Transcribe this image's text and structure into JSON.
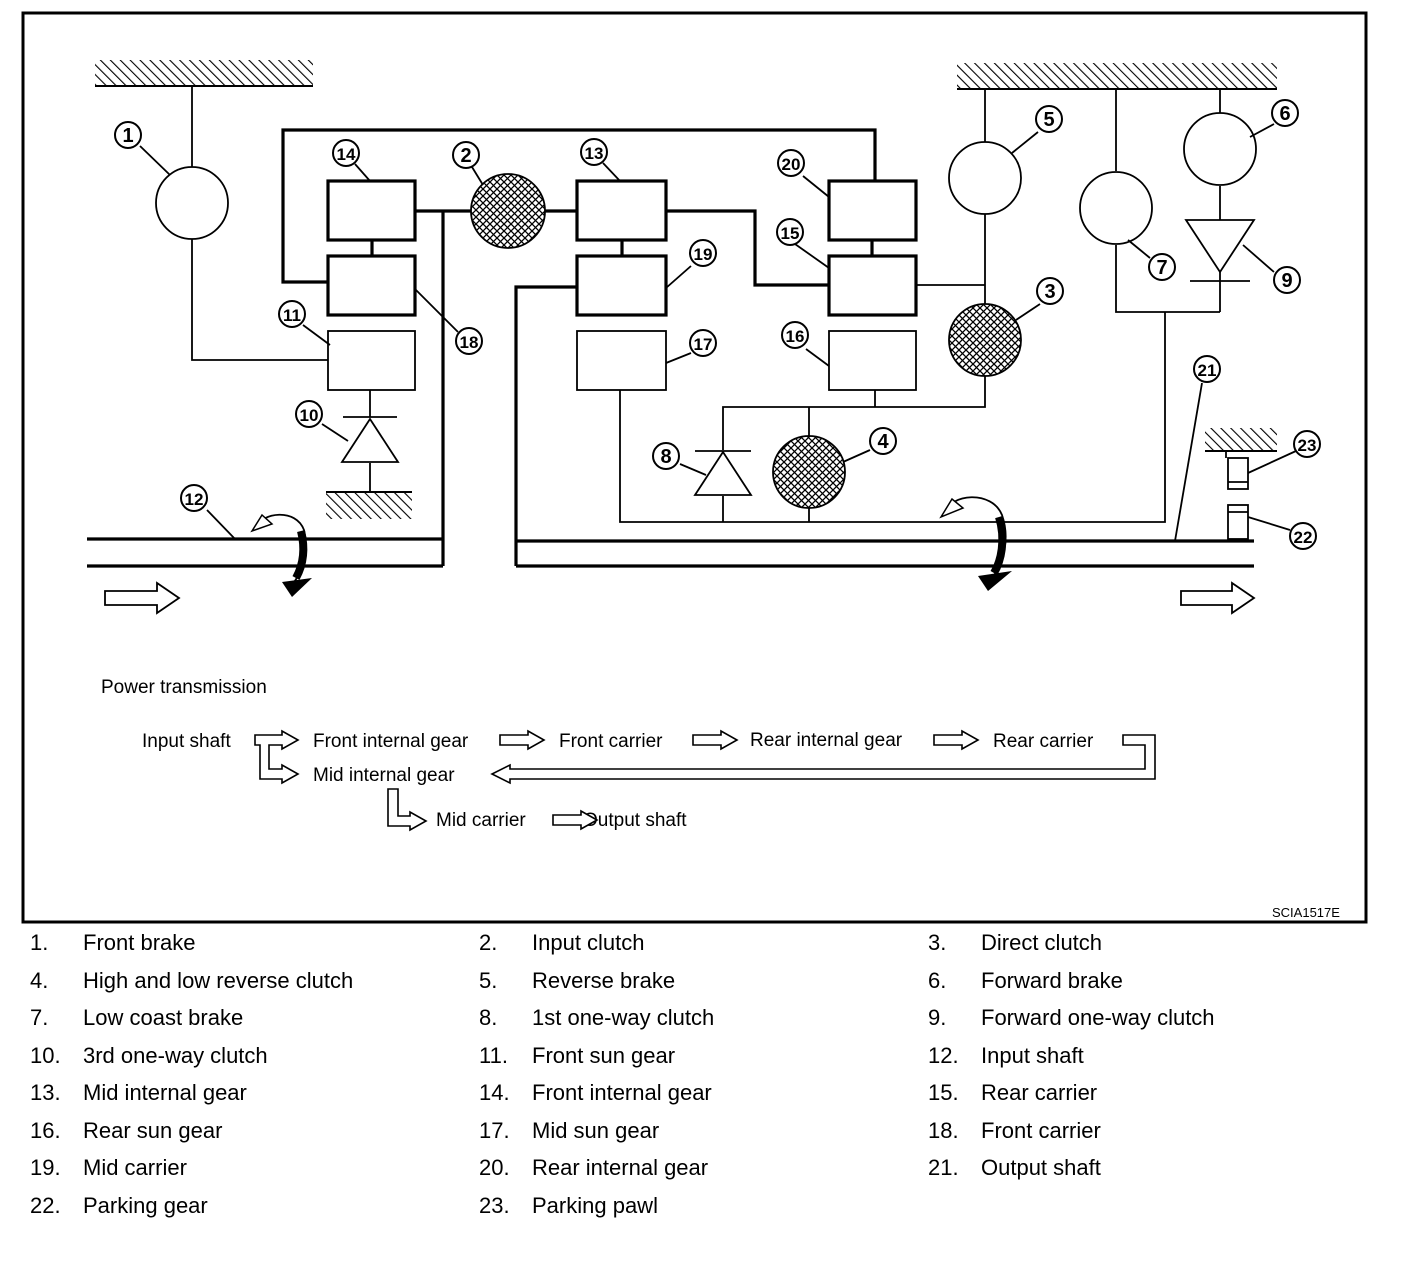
{
  "diagram": {
    "title": "Power transmission",
    "code": "SCIA1517E",
    "callouts": [
      "1",
      "2",
      "3",
      "4",
      "5",
      "6",
      "7",
      "8",
      "9",
      "10",
      "11",
      "12",
      "13",
      "14",
      "15",
      "16",
      "17",
      "18",
      "19",
      "20",
      "21",
      "22",
      "23"
    ],
    "flow": {
      "input_shaft": "Input shaft",
      "front_internal_gear": "Front internal gear",
      "front_carrier": "Front carrier",
      "rear_internal_gear": "Rear internal gear",
      "rear_carrier": "Rear carrier",
      "mid_internal_gear": "Mid internal gear",
      "mid_carrier": "Mid carrier",
      "output_shaft": "Output shaft"
    }
  },
  "legend": [
    {
      "num": "1.",
      "label": "Front brake"
    },
    {
      "num": "2.",
      "label": "Input clutch"
    },
    {
      "num": "3.",
      "label": "Direct clutch"
    },
    {
      "num": "4.",
      "label": "High and low reverse clutch"
    },
    {
      "num": "5.",
      "label": "Reverse brake"
    },
    {
      "num": "6.",
      "label": "Forward brake"
    },
    {
      "num": "7.",
      "label": "Low coast brake"
    },
    {
      "num": "8.",
      "label": "1st one-way clutch"
    },
    {
      "num": "9.",
      "label": "Forward one-way clutch"
    },
    {
      "num": "10.",
      "label": "3rd one-way clutch"
    },
    {
      "num": "11.",
      "label": "Front sun gear"
    },
    {
      "num": "12.",
      "label": "Input shaft"
    },
    {
      "num": "13.",
      "label": "Mid internal gear"
    },
    {
      "num": "14.",
      "label": "Front internal gear"
    },
    {
      "num": "15.",
      "label": "Rear carrier"
    },
    {
      "num": "16.",
      "label": "Rear sun gear"
    },
    {
      "num": "17.",
      "label": "Mid sun gear"
    },
    {
      "num": "18.",
      "label": "Front carrier"
    },
    {
      "num": "19.",
      "label": "Mid carrier"
    },
    {
      "num": "20.",
      "label": "Rear internal gear"
    },
    {
      "num": "21.",
      "label": "Output shaft"
    },
    {
      "num": "22.",
      "label": "Parking gear"
    },
    {
      "num": "23.",
      "label": "Parking pawl"
    }
  ]
}
